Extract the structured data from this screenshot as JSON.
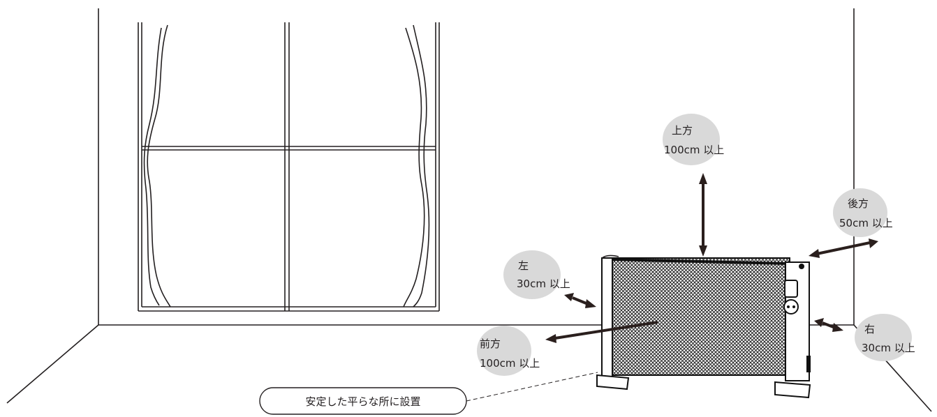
{
  "labels": {
    "top": {
      "line1": "上方",
      "line2": "100cm 以上"
    },
    "back": {
      "line1": "後方",
      "line2": "50cm 以上"
    },
    "left": {
      "line1": "左",
      "line2": "30cm 以上"
    },
    "front": {
      "line1": "前方",
      "line2": "100cm 以上"
    },
    "right": {
      "line1": "右",
      "line2": "30cm 以上"
    },
    "note": "安定した平らな所に設置"
  },
  "colors": {
    "line": "#231f20",
    "bubble": "#d9d9d9",
    "arrow": "#2a1f1d"
  }
}
